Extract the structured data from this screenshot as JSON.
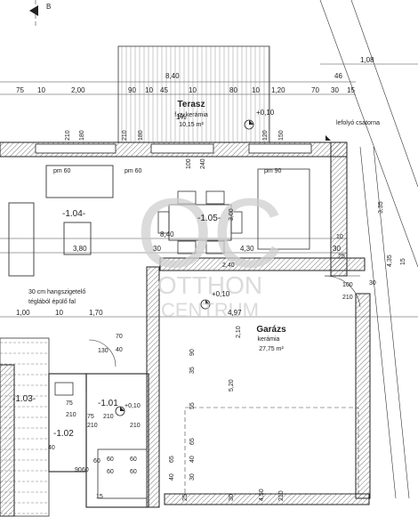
{
  "rooms": {
    "terrace": {
      "name": "Terasz",
      "material": "f.gy.kerámia",
      "area": "10,15 m²",
      "level": "+0,10",
      "slope": "1%"
    },
    "garage": {
      "name": "Garázs",
      "material": "kerámia",
      "area": "27,75 m²",
      "level": "+0,10"
    },
    "room_104": "-1.04-",
    "room_105": "-1.05-",
    "room_101": "-1.01",
    "room_102": "-1.02",
    "room_103": "-1.03-"
  },
  "notes": {
    "drain": "lefolyó csatorna",
    "insulation_line1": "30 cm hangszigetelő",
    "insulation_line2": "téglából épülő fal",
    "section_marker": "B"
  },
  "dimensions": {
    "top_total": "8,40",
    "top_right": "1,08",
    "top_right2": "46",
    "top_chain": [
      "75",
      "10",
      "2,00",
      "90",
      "10",
      "45",
      "10",
      "80",
      "10",
      "1,20",
      "70",
      "30",
      "15"
    ],
    "mid_total": "8,40",
    "mid_chain": [
      "3,80",
      "30",
      "4,30",
      "30"
    ],
    "lower_chain": [
      "1,00",
      "10",
      "1,70",
      "4,97"
    ],
    "terrace_left": [
      "210",
      "180",
      "210",
      "180"
    ],
    "terrace_right": [
      "120",
      "150"
    ],
    "right_vertical": [
      "3,35",
      "4,35",
      "15",
      "100",
      "210"
    ],
    "door_labels": [
      "pm 60",
      "pm 60",
      "pm 90",
      "100",
      "240",
      "3,00",
      "2,40"
    ],
    "garage_vertical": [
      "5,20",
      "2,10",
      "65",
      "40",
      "30",
      "90",
      "35",
      "55",
      "65",
      "40"
    ],
    "garage_bottom": [
      "25",
      "30",
      "4,50",
      "210"
    ],
    "small_room": [
      "75",
      "210",
      "75",
      "210",
      "60",
      "60",
      "60",
      "60",
      "40",
      "210",
      "60",
      "210",
      "90",
      "60",
      "130",
      "70",
      "40",
      "15"
    ],
    "level_small": "+0,10",
    "side_right": [
      "10",
      "25",
      "30"
    ]
  },
  "watermark": {
    "logo": "OC",
    "line1": "OTTHON",
    "line2": "CENTRUM"
  }
}
